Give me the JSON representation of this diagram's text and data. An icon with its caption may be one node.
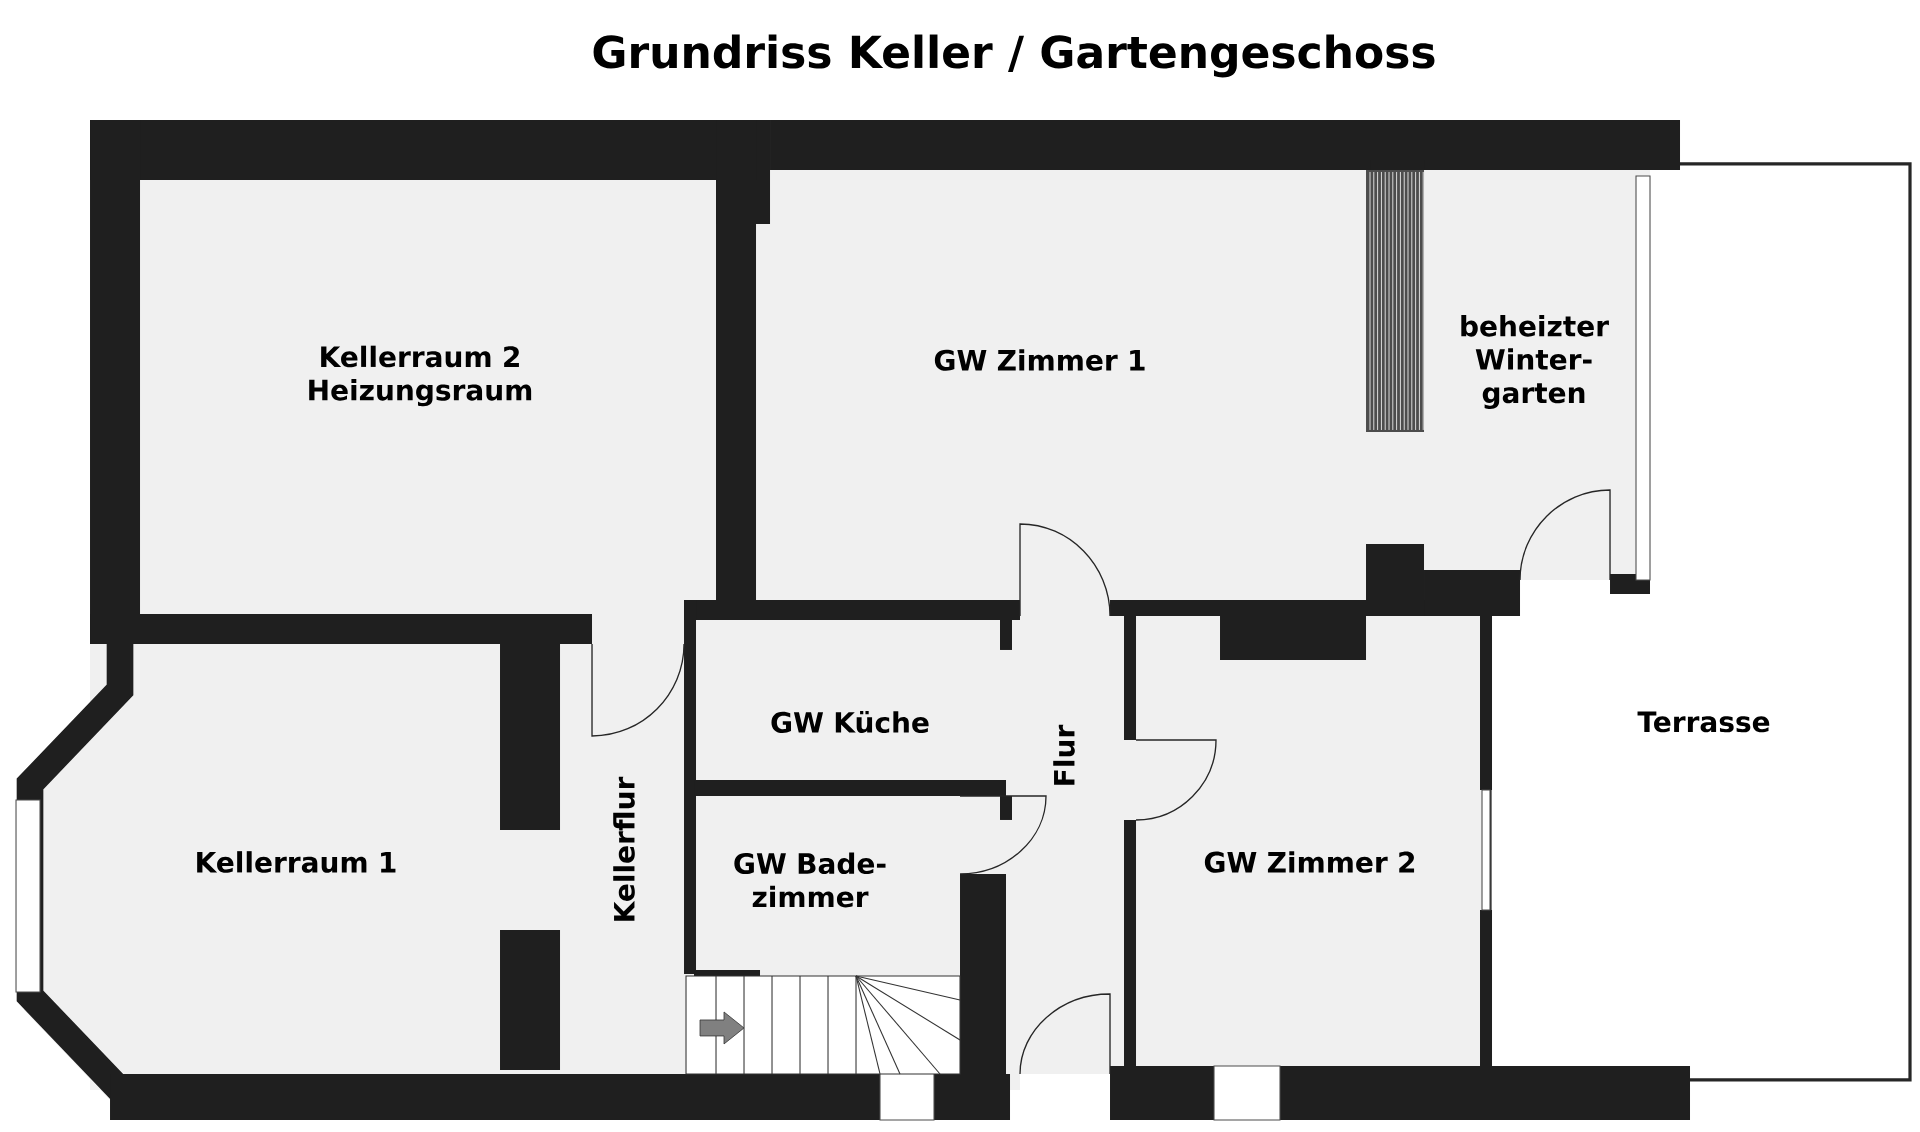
{
  "diagram": {
    "title": "Grundriss Keller / Gartengeschoss",
    "nodes": [
      {
        "text": [
          "Kellerraum 2 Heizungsraum"
        ]
      },
      {
        "text": [
          "GW Zimmer 1"
        ]
      },
      {
        "text": [
          "beheizter Winter- garten"
        ]
      },
      {
        "text": [
          "GW Küche"
        ]
      },
      {
        "text": [
          "Flur"
        ]
      },
      {
        "text": [
          "Terrasse"
        ]
      },
      {
        "text": [
          "Kellerraum 1"
        ]
      },
      {
        "text": [
          "Kellerflur"
        ]
      },
      {
        "text": [
          "GW Bade- zimmer"
        ]
      },
      {
        "text": [
          "GW Zimmer 2"
        ]
      }
    ]
  }
}
